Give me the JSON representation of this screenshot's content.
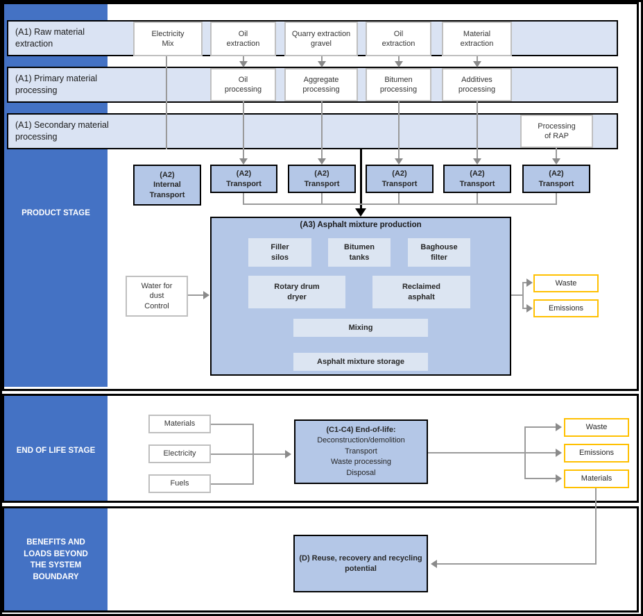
{
  "colors": {
    "sidebar_blue": "#4472C4",
    "band_light_blue": "#DAE3F3",
    "box_medium_blue": "#B4C7E7",
    "inner_light_blue": "#DCE5F2",
    "output_yellow": "#FFC000",
    "arrow_gray": "#999999"
  },
  "product_stage": {
    "sidebar_label": "PRODUCT STAGE",
    "bands": [
      "(A1) Raw material\nextraction",
      "(A1) Primary material\nprocessing",
      "(A1) Secondary material\nprocessing"
    ],
    "extraction_boxes": [
      "Electricity\nMix",
      "Oil\nextraction",
      "Quarry extraction\ngravel",
      "Oil\nextraction",
      "Material\nextraction"
    ],
    "processing_boxes": [
      "Oil\nprocessing",
      "Aggregate\nprocessing",
      "Bitumen\nprocessing",
      "Additives\nprocessing"
    ],
    "rap_box": "Processing\nof RAP",
    "transport_boxes": [
      "(A2)\nInternal\nTransport",
      "(A2)\nTransport",
      "(A2)\nTransport",
      "(A2)\nTransport",
      "(A2)\nTransport",
      "(A2)\nTransport"
    ],
    "a3": {
      "title": "(A3) Asphalt mixture production",
      "units": [
        "Filler\nsilos",
        "Bitumen\ntanks",
        "Baghouse\nfilter",
        "Rotary drum\ndryer",
        "Reclaimed\nasphalt",
        "Mixing",
        "Asphalt mixture storage"
      ]
    },
    "water_box": "Water for\ndust\nControl",
    "outputs": [
      "Waste",
      "Emissions"
    ]
  },
  "end_of_life": {
    "sidebar_label": "END OF LIFE STAGE",
    "inputs": [
      "Materials",
      "Electricity",
      "Fuels"
    ],
    "process": {
      "title": "(C1-C4) End-of-life:",
      "steps": [
        "Deconstruction/demolition",
        "Transport",
        "Waste processing",
        "Disposal"
      ]
    },
    "outputs": [
      "Waste",
      "Emissions",
      "Materials"
    ]
  },
  "benefits": {
    "sidebar_label": "BENEFITS AND\nLOADS BEYOND\nTHE SYSTEM\nBOUNDARY",
    "process": "(D) Reuse, recovery and recycling\npotential"
  }
}
